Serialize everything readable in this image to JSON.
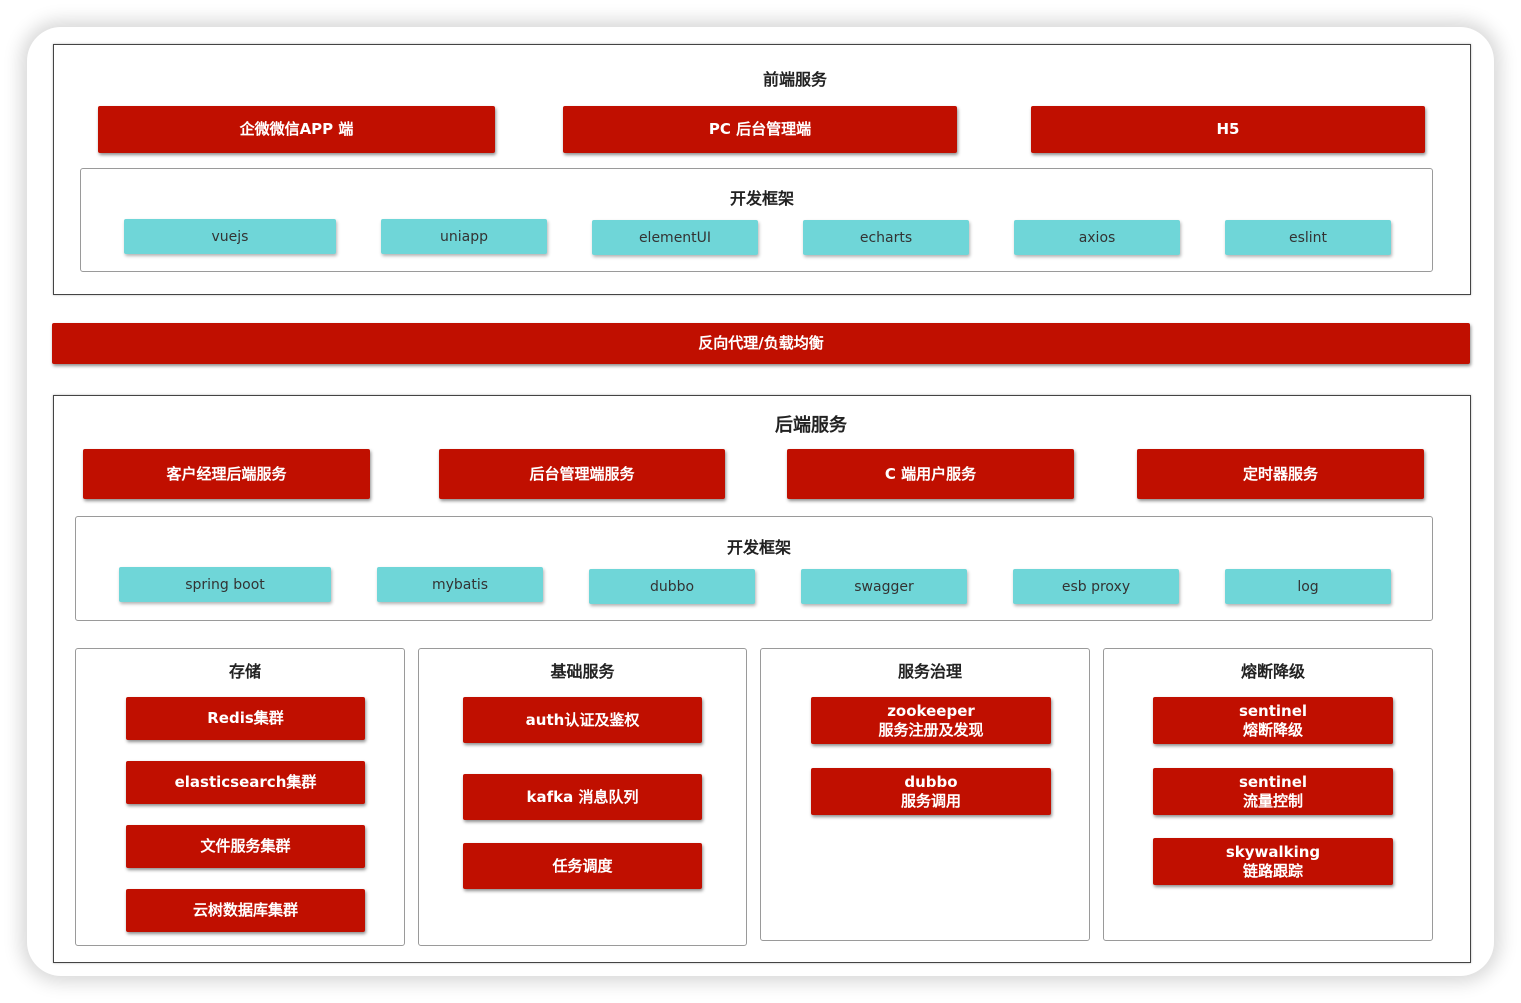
{
  "frontend": {
    "title": "前端服务",
    "apps": [
      "企微微信APP 端",
      "PC 后台管理端",
      "H5"
    ],
    "framework_title": "开发框架",
    "frameworks": [
      "vuejs",
      "uniapp",
      "elementUI",
      "echarts",
      "axios",
      "eslint"
    ]
  },
  "proxy": {
    "label": "反向代理/负载均衡"
  },
  "backend": {
    "title": "后端服务",
    "services": [
      "客户经理后端服务",
      "后台管理端服务",
      "C 端用户服务",
      "定时器服务"
    ],
    "framework_title": "开发框架",
    "frameworks": [
      "spring boot",
      "mybatis",
      "dubbo",
      "swagger",
      "esb proxy",
      "log"
    ],
    "storage": {
      "title": "存储",
      "items": [
        "Redis集群",
        "elasticsearch集群",
        "文件服务集群",
        "云树数据库集群"
      ]
    },
    "basic": {
      "title": "基础服务",
      "items": [
        "auth认证及鉴权",
        "kafka 消息队列",
        "任务调度"
      ]
    },
    "governance": {
      "title": "服务治理",
      "items": [
        {
          "line1": "zookeeper",
          "line2": "服务注册及发现"
        },
        {
          "line1": "dubbo",
          "line2": "服务调用"
        }
      ]
    },
    "circuit": {
      "title": "熔断降级",
      "items": [
        {
          "line1": "sentinel",
          "line2": "熔断降级"
        },
        {
          "line1": "sentinel",
          "line2": "流量控制"
        },
        {
          "line1": "skywalking",
          "line2": "链路跟踪"
        }
      ]
    }
  },
  "colors": {
    "red": "#c00f00",
    "cyan": "#6fd6d8",
    "border": "#333333"
  }
}
